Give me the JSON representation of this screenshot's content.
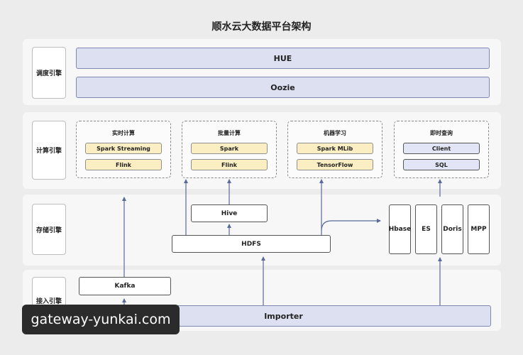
{
  "title": "顺水云大数据平台架构",
  "layers": {
    "scheduling": {
      "label": "调度引擎",
      "bars": [
        "HUE",
        "Oozie"
      ]
    },
    "compute": {
      "label": "计算引擎",
      "groups": [
        {
          "title": "实时计算",
          "items": [
            "Spark Streaming",
            "Flink"
          ]
        },
        {
          "title": "批量计算",
          "items": [
            "Spark",
            "Flink"
          ]
        },
        {
          "title": "机器学习",
          "items": [
            "Spark MLib",
            "TensorFlow"
          ]
        },
        {
          "title": "即时查询",
          "items": [
            "Client",
            "SQL"
          ]
        }
      ]
    },
    "storage": {
      "label": "存储引擎",
      "hive": "Hive",
      "hdfs": "HDFS",
      "stores": [
        "Hbase",
        "ES",
        "Doris",
        "MPP"
      ]
    },
    "ingest": {
      "label": "接入引擎",
      "kafka": "Kafka",
      "importer": "Importer"
    }
  },
  "watermark": "gateway-yunkai.com",
  "colors": {
    "arrow": "#5a6a9a",
    "bar_fill": "#dde0f1",
    "item_fill": "#fbeec2"
  }
}
